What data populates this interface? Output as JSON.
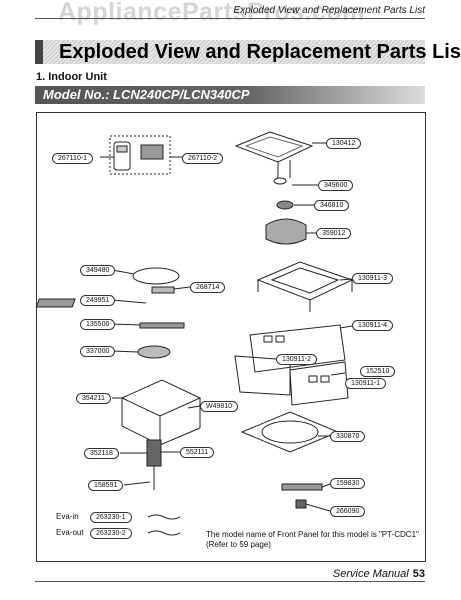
{
  "watermark": "AppliancePartsPros.com",
  "header": {
    "running_title": "Exploded View and Replacement Parts List"
  },
  "title_bar": {
    "title": "Exploded View and Replacement Parts List"
  },
  "section": {
    "label": "1. Indoor Unit"
  },
  "model_bar": {
    "label": "Model No.: LCN240CP/LCN340CP"
  },
  "parts": [
    "267110-1",
    "267110-2",
    "130412",
    "349600",
    "346810",
    "359012",
    "349480",
    "268714",
    "249951",
    "135500",
    "337000",
    "130911-3",
    "130911-4",
    "130911-2",
    "152510",
    "130911-1",
    "354211",
    "W49810",
    "352118",
    "552111",
    "158591",
    "330870",
    "159830",
    "266090",
    "263230-1",
    "263230-2"
  ],
  "eva": {
    "in_label": "Eva-in",
    "out_label": "Eva-out"
  },
  "note": {
    "line1": "The model name of Front Panel for this model is \"PT-CDC1\"",
    "line2": "(Refer to 59 page)"
  },
  "footer": {
    "manual": "Service Manual",
    "page": "53"
  }
}
